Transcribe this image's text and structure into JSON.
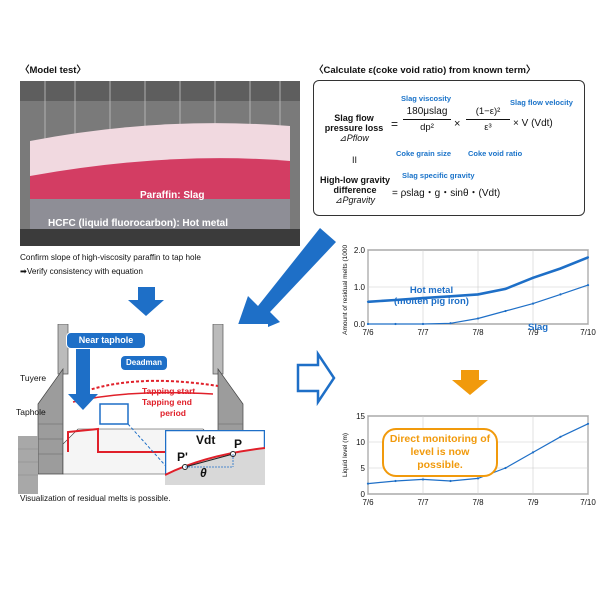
{
  "left": {
    "title": "〈Model test〉",
    "photo_labels": {
      "paraffin": "Paraffin: Slag",
      "hcfc": "HCFC (liquid fluorocarbon): Hot metal"
    },
    "caption1": "Confirm slope of high-viscosity paraffin to tap hole",
    "caption2": "➡Verify consistency with equation",
    "diagram": {
      "near_taphole": "Near taphole",
      "deadman": "Deadman",
      "tuyere": "Tuyere",
      "taphole": "Taphole",
      "tapping_start": "Tapping start",
      "tapping_end": "Tapping end",
      "period": "period",
      "vdt": "Vdt",
      "p": "P",
      "p_prime": "P'",
      "theta": "θ"
    },
    "caption3": "Visualization of residual melts is possible."
  },
  "right": {
    "title": "〈Calculate ε(coke void ratio) from known term〉",
    "equation": {
      "slag_viscosity": "Slag viscosity",
      "slag_flow_velocity": "Slag flow velocity",
      "lhs1_line1": "Slag flow",
      "lhs1_line2": "pressure loss",
      "lhs1_symbol": "⊿Pflow",
      "numerator": "180μslag",
      "denominator": "dp²",
      "frac2_num": "(1−ε)²",
      "frac2_den": "ε³",
      "tail": "× V (Vdt)",
      "coke_grain": "Coke grain size",
      "coke_void": "Coke void ratio",
      "equals_sign": "II",
      "lhs2_line1": "High-low gravity",
      "lhs2_line2": "difference",
      "lhs2_symbol": "⊿Pgravity",
      "slag_gravity": "Slag specific gravity",
      "rhs2": "= ρslag・g・sinθ・(Vdt)"
    },
    "callout": "Direct monitoring of level is now possible."
  },
  "colors": {
    "blue": "#1e6fc7",
    "orange": "#f19a0c",
    "red": "#e0202a"
  },
  "chart_data": [
    {
      "type": "line",
      "ylabel": "Amount of residual melts (1000 t)",
      "ylim": [
        0,
        2.0
      ],
      "yticks": [
        "0.0",
        "1.0",
        "2.0"
      ],
      "x": [
        "7/6",
        "7/7",
        "7/8",
        "7/9",
        "7/10"
      ],
      "series": [
        {
          "name": "Hot metal (molten pig iron)",
          "values": [
            0.6,
            0.65,
            0.7,
            0.75,
            0.8,
            0.95,
            1.25,
            1.5,
            1.8
          ]
        },
        {
          "name": "Slag",
          "values": [
            0.0,
            0.0,
            0.0,
            0.02,
            0.15,
            0.35,
            0.55,
            0.8,
            1.05
          ]
        }
      ],
      "labels": {
        "hot_metal_l1": "Hot metal",
        "hot_metal_l2": "(molten pig iron)",
        "slag": "Slag"
      }
    },
    {
      "type": "line",
      "ylabel": "Liquid level (m)",
      "ylim": [
        0,
        15
      ],
      "yticks": [
        "0",
        "5",
        "10",
        "15"
      ],
      "x": [
        "7/6",
        "7/7",
        "7/8",
        "7/9",
        "7/10"
      ],
      "series": [
        {
          "name": "",
          "values": [
            2.0,
            2.5,
            2.8,
            2.5,
            3.0,
            5.0,
            8.0,
            11.0,
            13.5
          ]
        }
      ]
    }
  ]
}
